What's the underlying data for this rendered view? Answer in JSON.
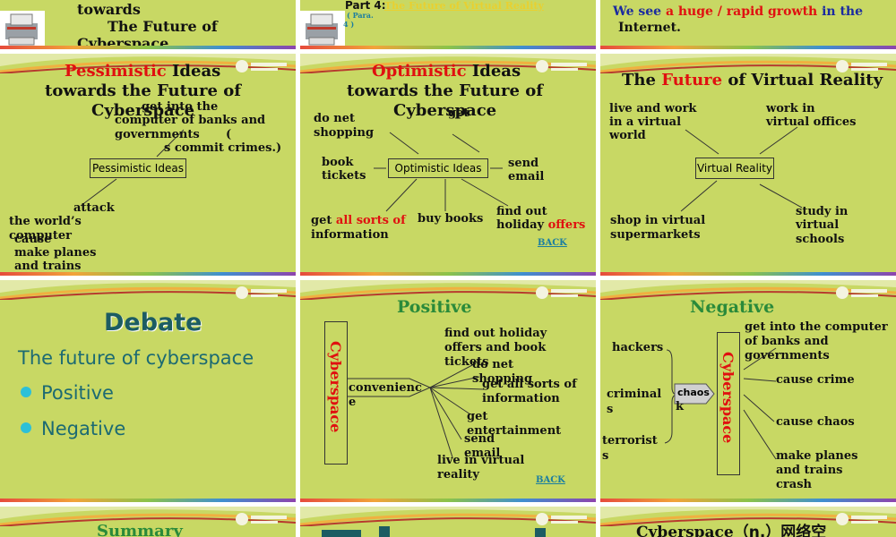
{
  "s1": {
    "line1": "towards",
    "line2": "The Future of",
    "line3": "Cyberspace"
  },
  "s2": {
    "part": "Part 4:",
    "link": "The Future of Virtual Reality",
    "para": "( Para.",
    "num": "4 )"
  },
  "s3": {
    "t_a": "We see ",
    "t_b": "a huge / rapid growth",
    "t_c": " in the",
    "t_d": "Internet."
  },
  "s4": {
    "title_a": "Pessimistic",
    "title_b": " Ideas",
    "title_c": "towards the Future of",
    "title_d": "Cyberspace",
    "n1a": "get into the",
    "n1b": "computer of banks and",
    "n1c": "governments",
    "n1d": "(",
    "n1e": "s commit crimes.)",
    "center": "Pessimistic Ideas",
    "n2": "attack",
    "n3a": "the world’s",
    "n3b": "computer",
    "n4a": "cause",
    "n4b": "make planes",
    "n4c": "and trains"
  },
  "s5": {
    "title_a": "Optimistic",
    "title_b": " Ideas",
    "title_c": "towards the Future of",
    "title_d": "Cyberspace",
    "n1a": "do net",
    "n1b": "shopping",
    "n2": "get",
    "n3a": "book",
    "n3b": "tickets",
    "center": "Optimistic Ideas",
    "n4a": "send",
    "n4b": "email",
    "n5a": "get ",
    "n5b": "all sorts of",
    "n5c": "information",
    "n6": "buy books",
    "n7a": "find out",
    "n7b": "holiday ",
    "n7c": "offers",
    "back": "BACK"
  },
  "s6": {
    "title_a": "The ",
    "title_b": "Future",
    "title_c": " of Virtual Reality",
    "n1a": "live and work",
    "n1b": "in a virtual",
    "n1c": "world",
    "n2a": "work in",
    "n2b": "virtual offices",
    "center": "Virtual Reality",
    "n3a": "shop in virtual",
    "n3b": "supermarkets",
    "n4a": "study in",
    "n4b": "virtual",
    "n4c": "schools"
  },
  "s7": {
    "title": "Debate",
    "sub": "The future of cyberspace",
    "b1": "Positive",
    "b2": "Negative"
  },
  "s8": {
    "title": "Positive",
    "vert": "Cyberspace",
    "conv_a": "convenienc",
    "conv_b": "e",
    "n1a": "find out holiday",
    "n1b": "offers and book",
    "n1c": "tickets",
    "n2a": "do net",
    "n2b": "shopping",
    "n3a": "get all sorts of",
    "n3b": "information",
    "n4a": "get",
    "n4b": "entertainment",
    "n5a": "send",
    "n5b": "email",
    "n6a": "live in virtual",
    "n6b": "reality",
    "back": "BACK"
  },
  "s9": {
    "title": "Negative",
    "h1": "hackers",
    "h2a": "criminal",
    "h2b": "s",
    "h3a": "terrorist",
    "h3b": "s",
    "chaos": "chaos",
    "k": "k",
    "vert": "Cyberspace",
    "n1a": "get into the computer",
    "n1b": "of banks and",
    "n1c": "governments",
    "n2": "cause crime",
    "n3": "cause chaos",
    "n4a": "make planes",
    "n4b": "and trains",
    "n4c": "crash"
  },
  "s10": {
    "title": "Summary"
  },
  "s12": {
    "title_a": "Cyberspace",
    "title_b": "（n.）网络空"
  }
}
